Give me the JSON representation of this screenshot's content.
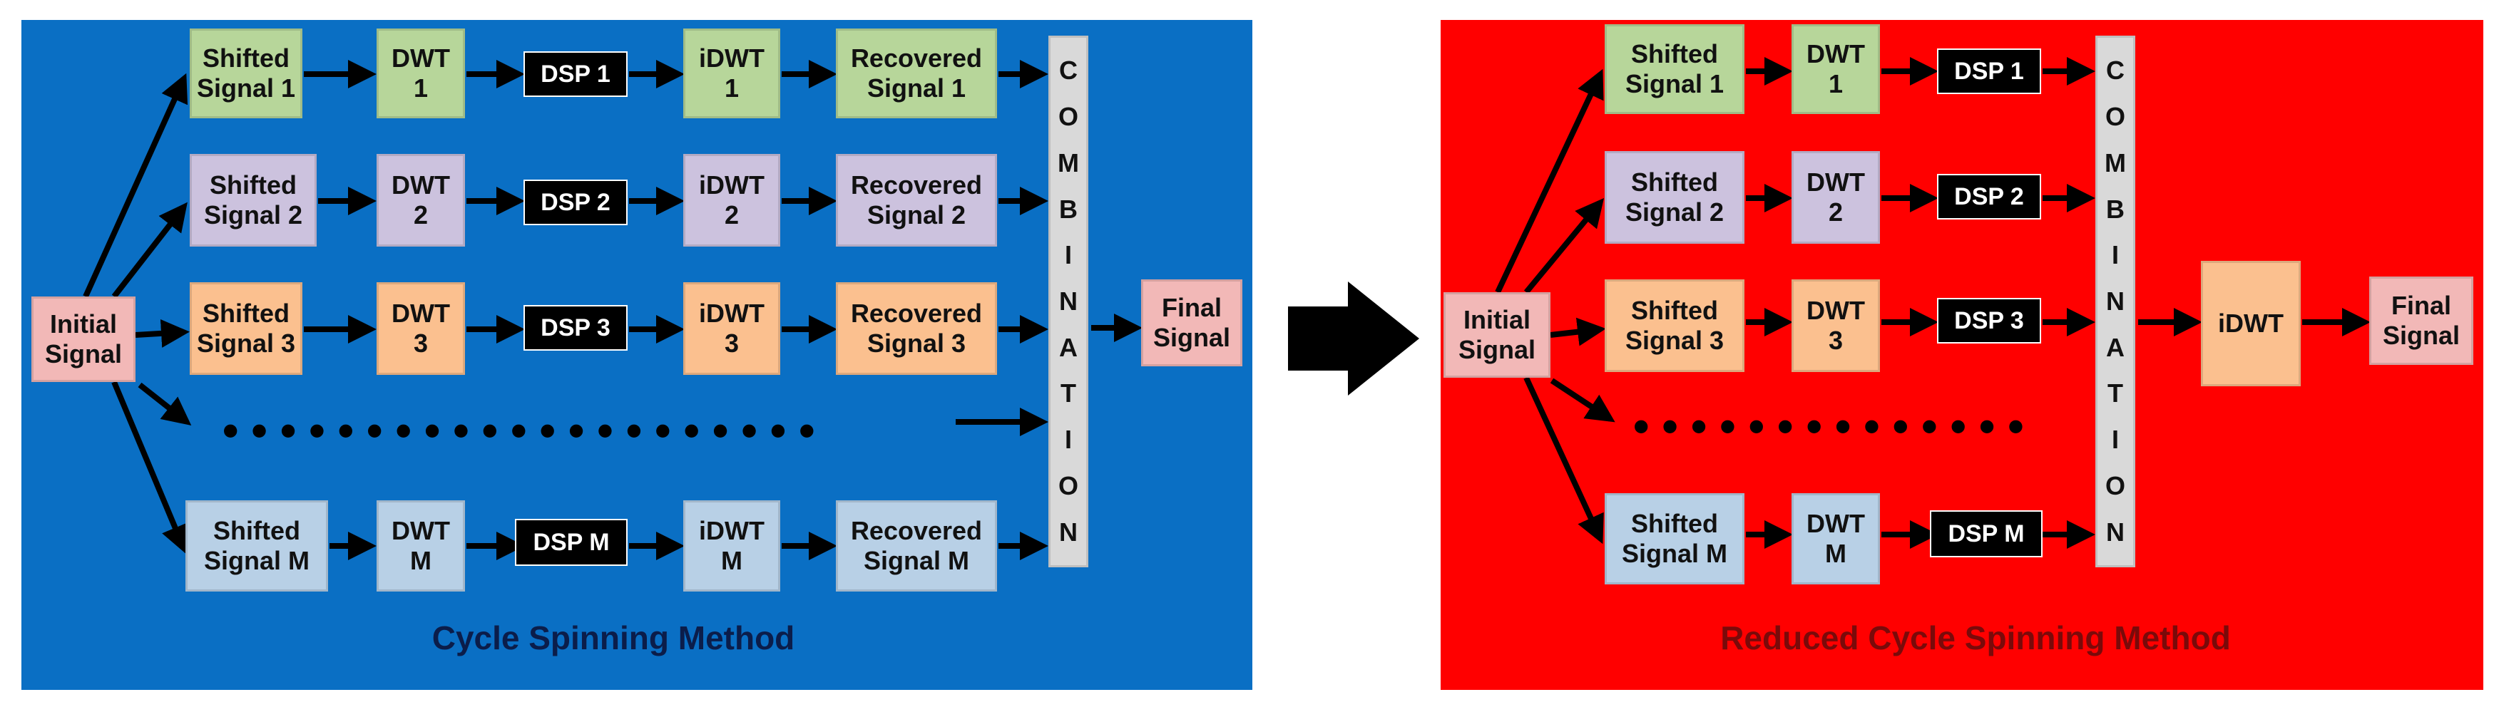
{
  "colors": {
    "left_bg": "#0a6fc4",
    "right_bg": "#ff0000",
    "row1": "#b7d69a",
    "row2": "#ccc2de",
    "row3": "#fbc08f",
    "rowM": "#b8d0e6",
    "initial": "#f2b8b7",
    "final": "#f2b8b7",
    "idwt_reduced": "#fbc08f",
    "dsp": "#000000",
    "combination": "#d9d9d9",
    "left_title_color": "#0b1d4a",
    "right_title_color": "#7a0a0a"
  },
  "left": {
    "title": "Cycle Spinning Method",
    "initial": "Initial\nSignal",
    "final": "Final\nSignal",
    "combination": [
      "C",
      "O",
      "M",
      "B",
      "I",
      "N",
      "A",
      "T",
      "I",
      "O",
      "N"
    ],
    "rows": [
      {
        "shift": "Shifted\nSignal 1",
        "dwt": "DWT\n1",
        "dsp": "DSP 1",
        "idwt": "iDWT\n1",
        "rec": "Recovered\nSignal 1"
      },
      {
        "shift": "Shifted\nSignal 2",
        "dwt": "DWT\n2",
        "dsp": "DSP 2",
        "idwt": "iDWT\n2",
        "rec": "Recovered\nSignal 2"
      },
      {
        "shift": "Shifted\nSignal 3",
        "dwt": "DWT\n3",
        "dsp": "DSP 3",
        "idwt": "iDWT\n3",
        "rec": "Recovered\nSignal 3"
      },
      {
        "shift": "Shifted\nSignal M",
        "dwt": "DWT\nM",
        "dsp": "DSP M",
        "idwt": "iDWT\nM",
        "rec": "Recovered\nSignal M"
      }
    ],
    "dots": "•••••••••••••••••••••"
  },
  "right": {
    "title": "Reduced Cycle Spinning Method",
    "initial": "Initial\nSignal",
    "idwt": "iDWT",
    "final": "Final\nSignal",
    "combination": [
      "C",
      "O",
      "M",
      "B",
      "I",
      "N",
      "A",
      "T",
      "I",
      "O",
      "N"
    ],
    "rows": [
      {
        "shift": "Shifted\nSignal 1",
        "dwt": "DWT\n1",
        "dsp": "DSP 1"
      },
      {
        "shift": "Shifted\nSignal 2",
        "dwt": "DWT\n2",
        "dsp": "DSP 2"
      },
      {
        "shift": "Shifted\nSignal 3",
        "dwt": "DWT\n3",
        "dsp": "DSP 3"
      },
      {
        "shift": "Shifted\nSignal M",
        "dwt": "DWT\nM",
        "dsp": "DSP M"
      }
    ],
    "dots": "••••••••••••••"
  }
}
